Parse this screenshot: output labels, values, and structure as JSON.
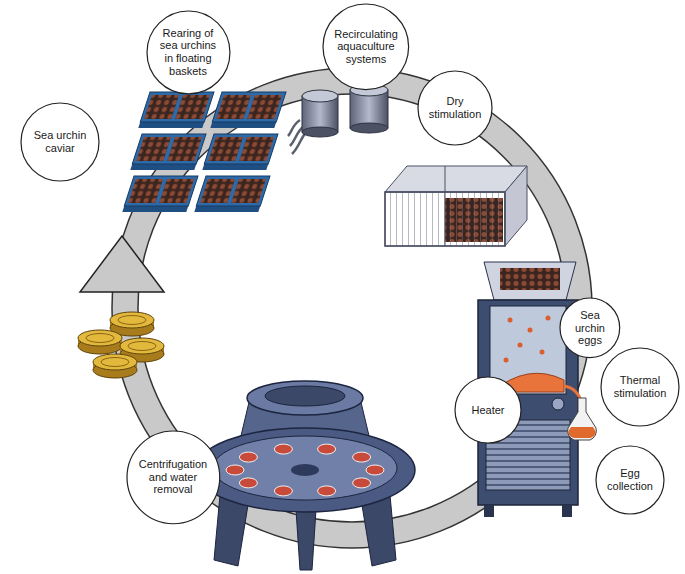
{
  "diagram": {
    "nodes": [
      {
        "text": [
          "Rearing of sea urchins in floating baskets"
        ]
      },
      {
        "text": [
          "Recirculating aquaculture systems"
        ]
      },
      {
        "text": [
          "Sea urchin caviar"
        ]
      },
      {
        "text": [
          "Dry stimulation"
        ]
      },
      {
        "text": [
          "Sea urchin eggs"
        ]
      },
      {
        "text": [
          "Thermal stimulation"
        ]
      },
      {
        "text": [
          "Heater"
        ]
      },
      {
        "text": [
          "Egg collection"
        ]
      },
      {
        "text": [
          "Centrifugation and water removal"
        ]
      }
    ]
  }
}
